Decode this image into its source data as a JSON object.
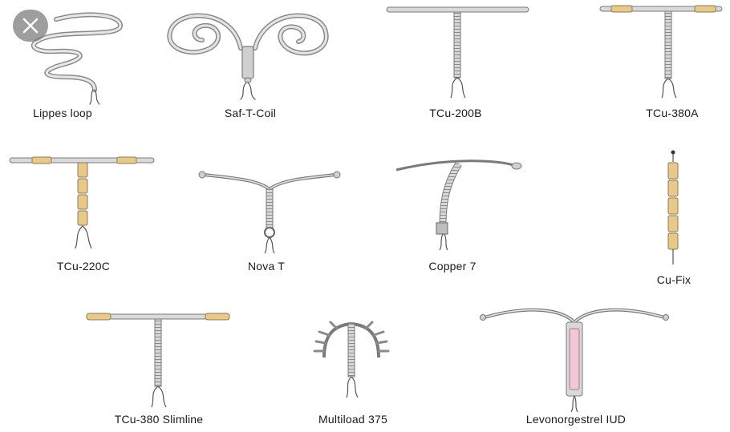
{
  "labels": {
    "lippes_loop": "Lippes loop",
    "saf_t_coil": "Saf-T-Coil",
    "tcu_200b": "TCu-200B",
    "tcu_380a": "TCu-380A",
    "tcu_220c": "TCu-220C",
    "nova_t": "Nova T",
    "copper_7": "Copper 7",
    "cu_fix": "Cu-Fix",
    "tcu_380_slimline": "TCu-380 Slimline",
    "multiload_375": "Multiload 375",
    "levonorgestrel_iud": "Levonorgestrel IUD"
  },
  "icons": {
    "close": "close-icon"
  },
  "colors": {
    "stroke": "#7a7a7a",
    "device_fill": "#d9d9d9",
    "copper_sleeve": "#e8c98a",
    "hormone_reservoir": "#f2c6d6",
    "close_bg": "#7a7a7a"
  }
}
